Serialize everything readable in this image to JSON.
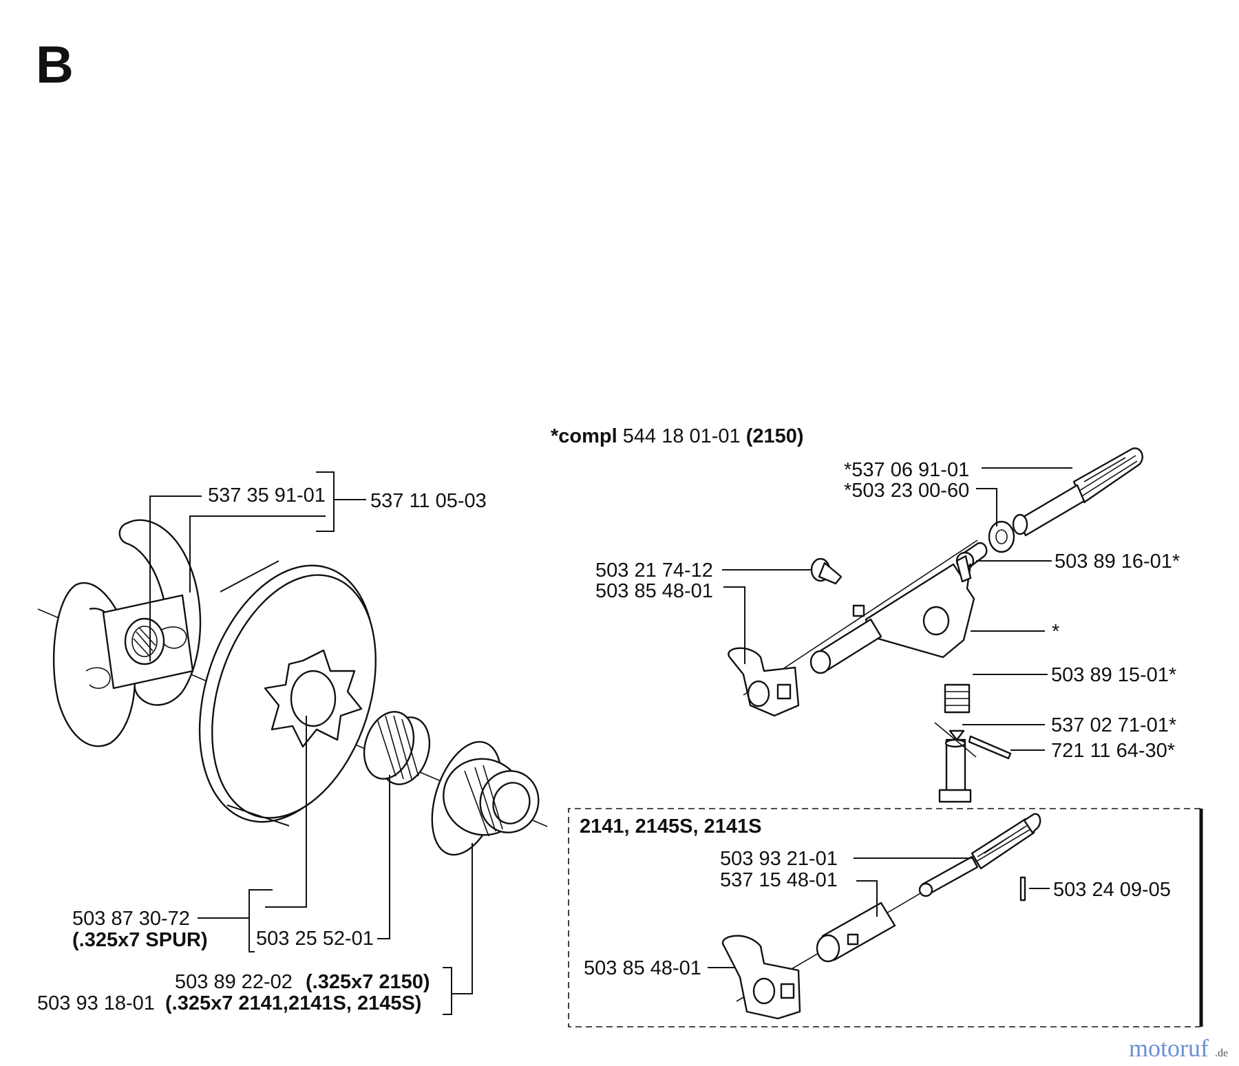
{
  "section_letter": "B",
  "header": {
    "prefix": "*compl",
    "part": "544 18 01-01",
    "model": "(2150)"
  },
  "labels": {
    "p53735": "537 35 91-01",
    "p53711": "537 11 05-03",
    "p50387": "503 87 30-72",
    "spur": "(.325x7 SPUR)",
    "p50325": "503 25 52-01",
    "p50389_22": "503 89 22-02",
    "n2150": "(.325x7  2150)",
    "p50393_18": "503 93 18-01",
    "n2141": "(.325x7  2141,2141S, 2145S)",
    "p53706": "*537 06 91-01",
    "p50323": "*503 23 00-60",
    "p50389_16": "503 89 16-01*",
    "p50321": "503 21 74-12",
    "p50385a": "503 85 48-01",
    "star": "*",
    "p50389_15": "503 89 15-01*",
    "p53702": "537 02 71-01*",
    "p72111": "721 11 64-30*",
    "box_title": "2141, 2145S, 2141S",
    "p50393_21": "503 93 21-01",
    "p53715": "537 15 48-01",
    "p50324": "503 24 09-05",
    "p50385b": "503 85 48-01"
  },
  "watermark": {
    "brand": "motoruf",
    "tld": ".de"
  }
}
